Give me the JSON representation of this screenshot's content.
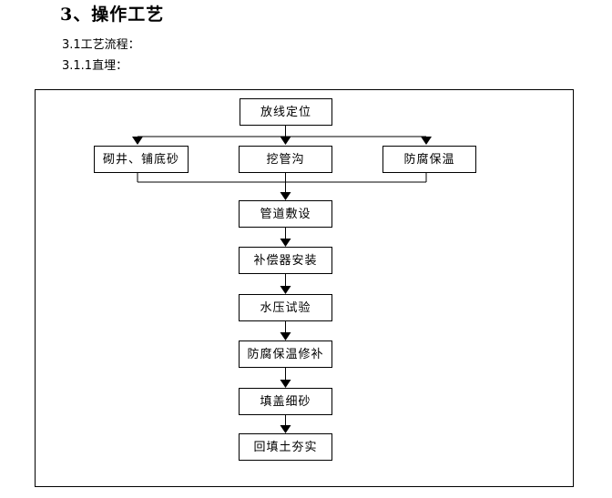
{
  "document": {
    "heading": "3、操作工艺",
    "subheading1": "3.1工艺流程：",
    "subheading2": "3.1.1直埋："
  },
  "flowchart": {
    "nodes": [
      {
        "label": "放线定位"
      },
      {
        "label": "砌井、铺底砂"
      },
      {
        "label": "挖管沟"
      },
      {
        "label": "防腐保温"
      },
      {
        "label": "管道敷设"
      },
      {
        "label": "补偿器安装"
      },
      {
        "label": "水压试验"
      },
      {
        "label": "防腐保温修补"
      },
      {
        "label": "填盖细砂"
      },
      {
        "label": "回填土夯实"
      }
    ],
    "line_color": "#000000",
    "background_color": "#ffffff"
  }
}
